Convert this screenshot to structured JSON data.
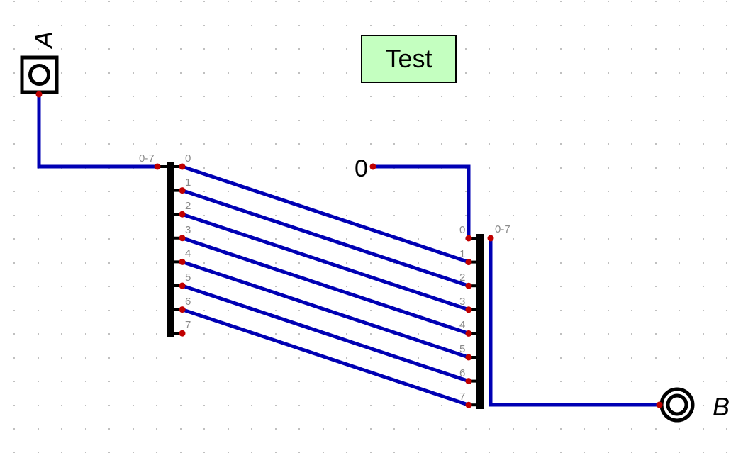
{
  "test_label": "Test",
  "input_pin": {
    "name": "A"
  },
  "output_pin": {
    "name": "B"
  },
  "constant": {
    "value": "0"
  },
  "splitter": {
    "bus_label": "0-7",
    "bit_labels": [
      "0",
      "1",
      "2",
      "3",
      "4",
      "5",
      "6",
      "7"
    ]
  },
  "merger": {
    "bus_label": "0-7",
    "bit_labels": [
      "0",
      "1",
      "2",
      "3",
      "4",
      "5",
      "6",
      "7"
    ]
  },
  "colors": {
    "wire": "#0000b4",
    "pin_dot": "#c00000",
    "grid_dot": "#c0c0c0",
    "label_bg": "#c4ffc0"
  }
}
